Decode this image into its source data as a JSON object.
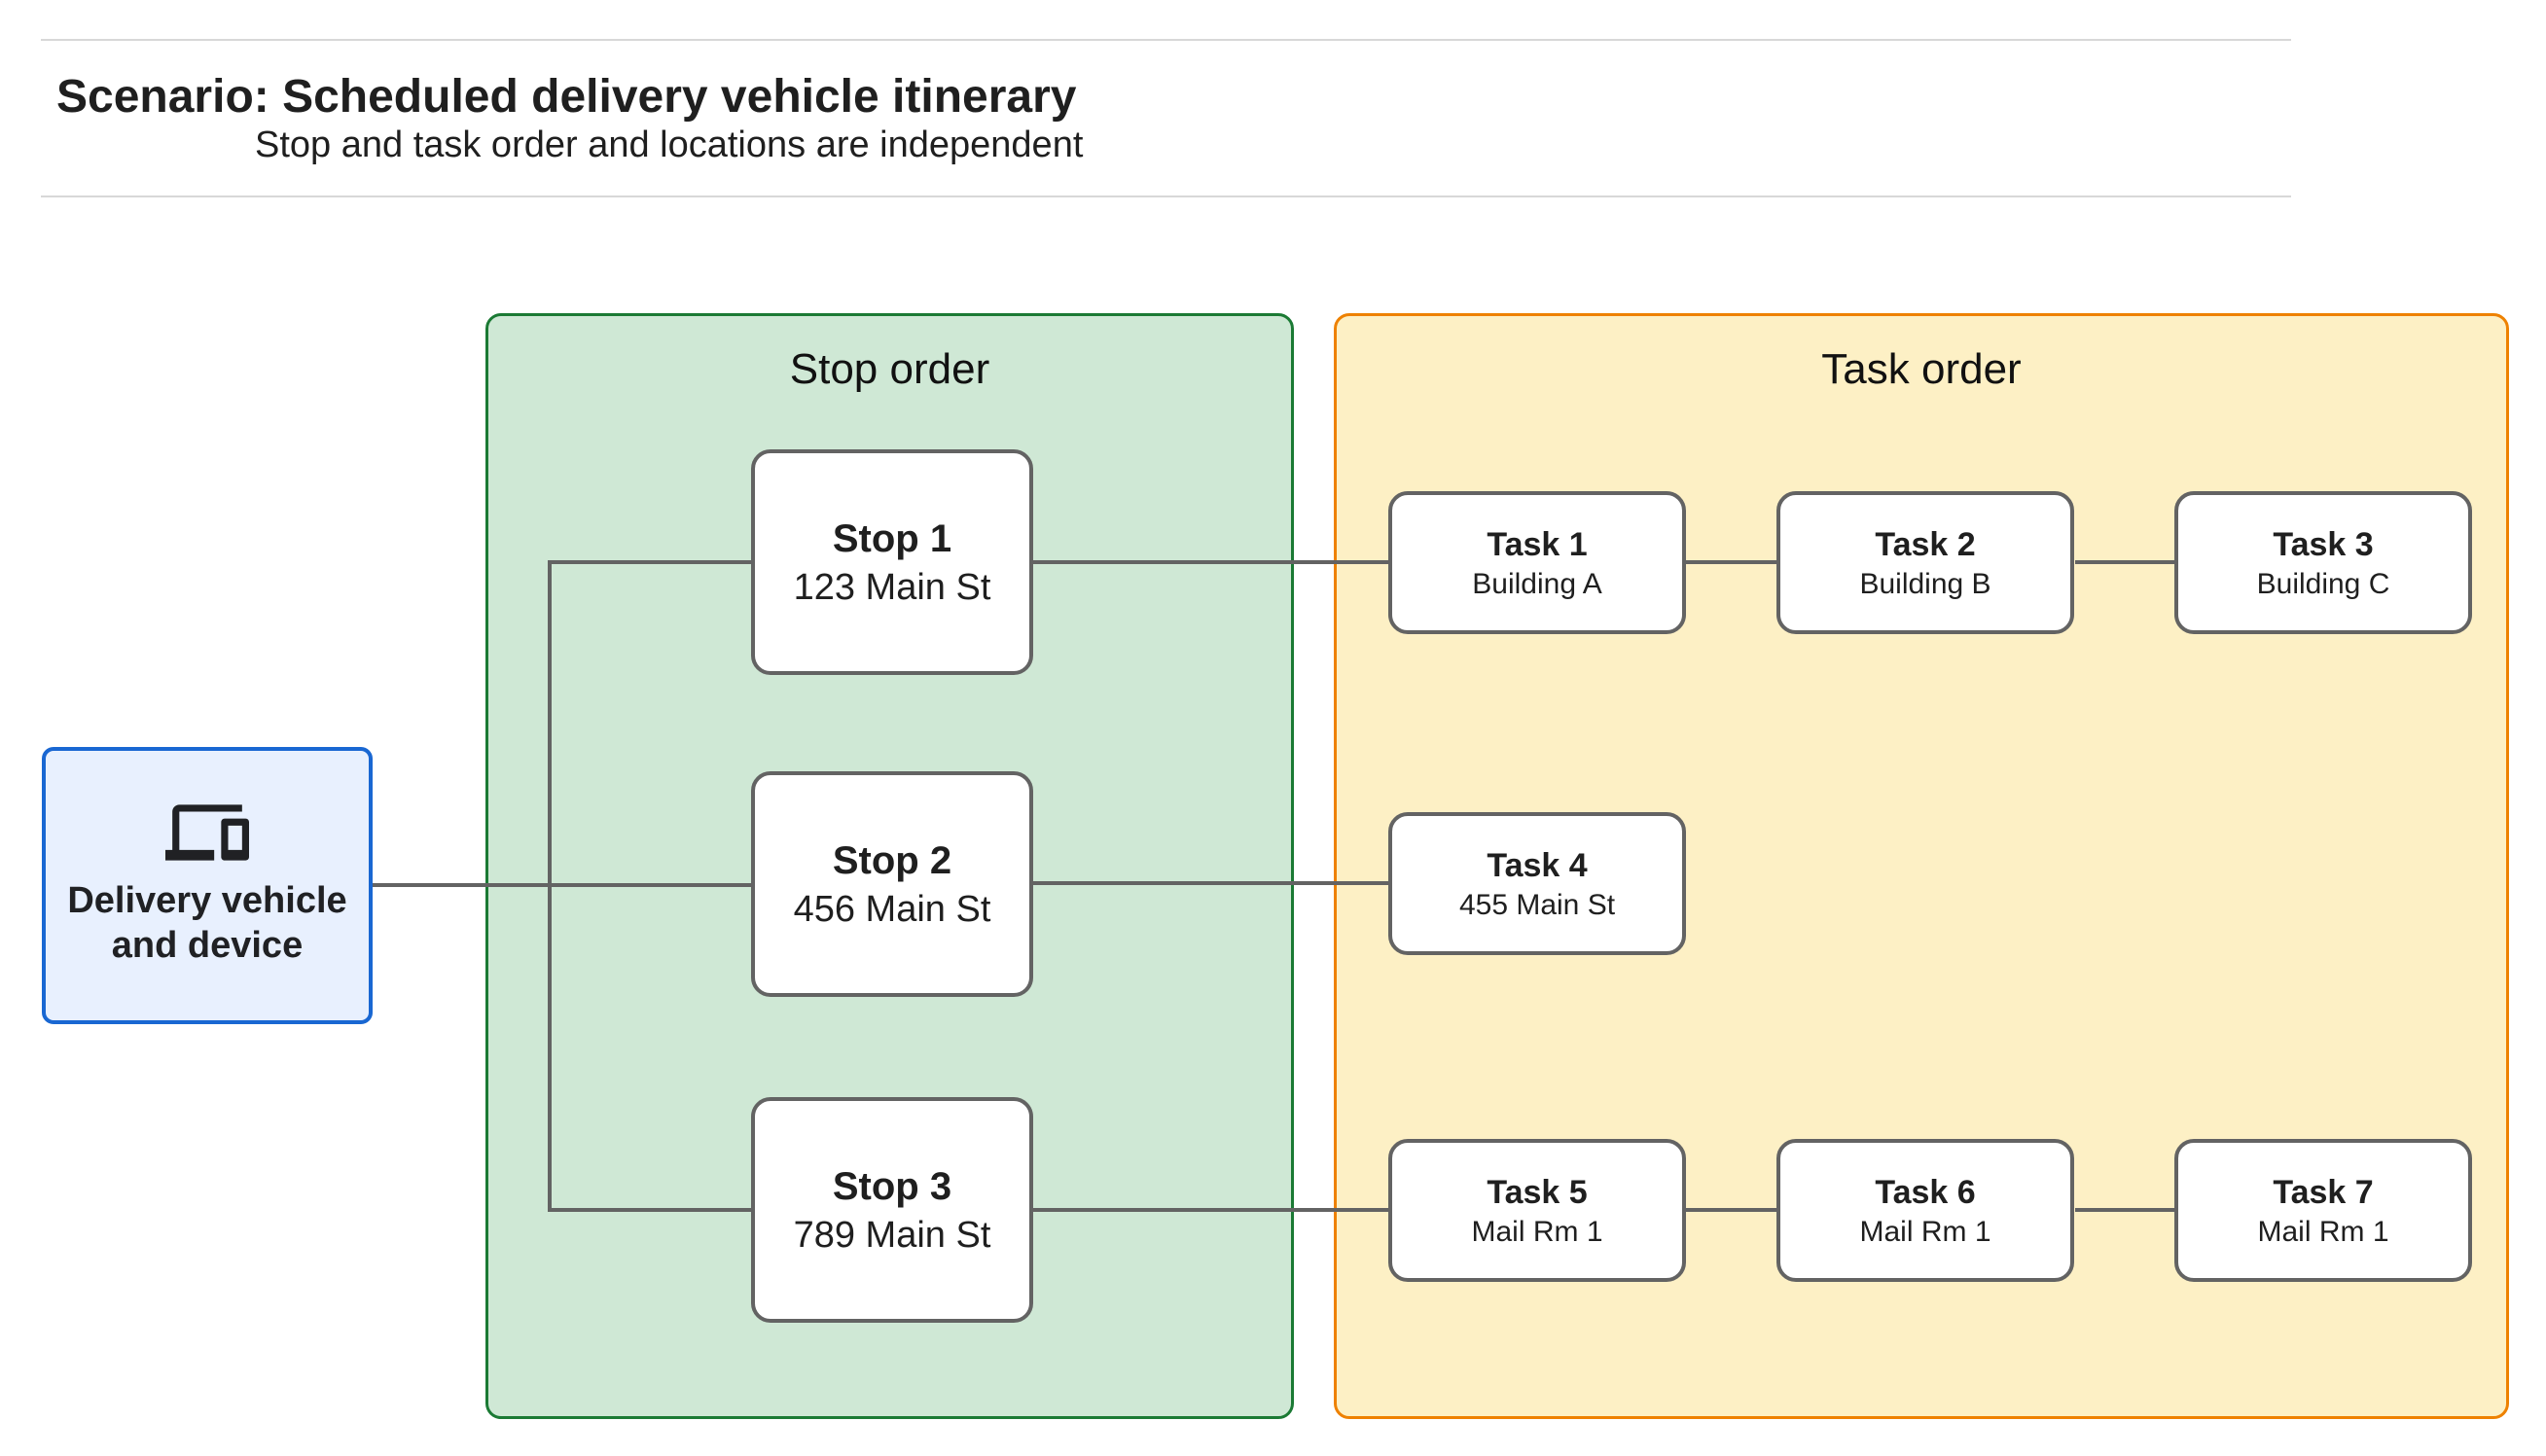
{
  "header": {
    "title": "Scenario: Scheduled delivery vehicle itinerary",
    "subtitle": "Stop and task order and locations are independent"
  },
  "source": {
    "label": "Delivery vehicle and device",
    "icon": "devices-icon"
  },
  "panels": {
    "stop_order": {
      "title": "Stop order"
    },
    "task_order": {
      "title": "Task order"
    }
  },
  "stops": [
    {
      "title": "Stop 1",
      "subtitle": "123 Main St"
    },
    {
      "title": "Stop 2",
      "subtitle": "456 Main St"
    },
    {
      "title": "Stop 3",
      "subtitle": "789 Main St"
    }
  ],
  "tasks": [
    {
      "title": "Task 1",
      "subtitle": "Building A"
    },
    {
      "title": "Task 2",
      "subtitle": "Building B"
    },
    {
      "title": "Task 3",
      "subtitle": "Building C"
    },
    {
      "title": "Task 4",
      "subtitle": "455 Main St"
    },
    {
      "title": "Task 5",
      "subtitle": "Mail Rm 1"
    },
    {
      "title": "Task 6",
      "subtitle": "Mail Rm 1"
    },
    {
      "title": "Task 7",
      "subtitle": "Mail Rm 1"
    }
  ],
  "colors": {
    "stop_panel_fill": "#cfe8d5",
    "stop_panel_border": "#1b7a34",
    "task_panel_fill": "#fdf0c5",
    "task_panel_border": "#ee8100",
    "source_fill": "#e8f0fe",
    "source_border": "#1967d2",
    "connector_gray": "#636363",
    "header_rule": "#d8d8d8"
  }
}
